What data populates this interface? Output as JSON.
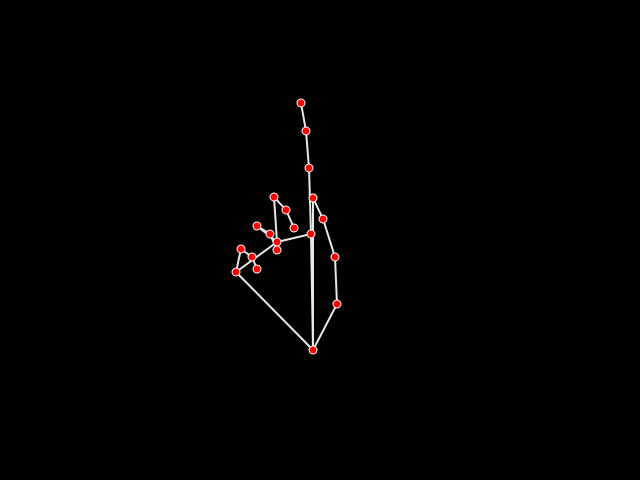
{
  "diagram": {
    "type": "hand-landmark-skeleton",
    "colors": {
      "background": "#000000",
      "bone": "#e6e6e6",
      "joint_fill": "#ff0000",
      "joint_stroke": "#ffffff"
    },
    "landmark_count": 21,
    "connection_count": 21
  }
}
